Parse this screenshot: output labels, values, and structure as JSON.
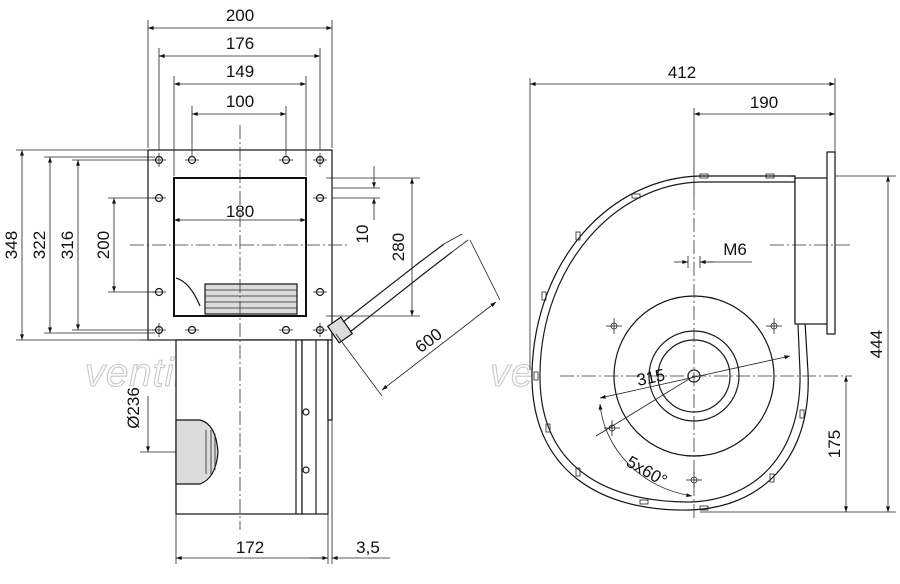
{
  "watermark": {
    "text_left": "ventilatory.ru",
    "text_right": "ventilatory.ru"
  },
  "front_view": {
    "width_dims": {
      "overall": "200",
      "holes_outer": "176",
      "holes_inner": "149",
      "holes_center": "100",
      "opening": "180"
    },
    "height_dims": {
      "overall": "348",
      "holes_outer": "322",
      "holes_inner": "316",
      "opening": "200"
    },
    "side_dims": {
      "flange": "10",
      "outlet_height": "280",
      "cable_length": "600"
    },
    "bottom_dims": {
      "diameter": "Ø236",
      "motor_length": "172",
      "offset": "3,5"
    }
  },
  "side_view": {
    "overall_width": "412",
    "outlet_offset": "190",
    "thread": "M6",
    "bolt_circle": "315",
    "hole_pattern": "5x60°",
    "overall_height": "444",
    "axis_height": "175"
  }
}
